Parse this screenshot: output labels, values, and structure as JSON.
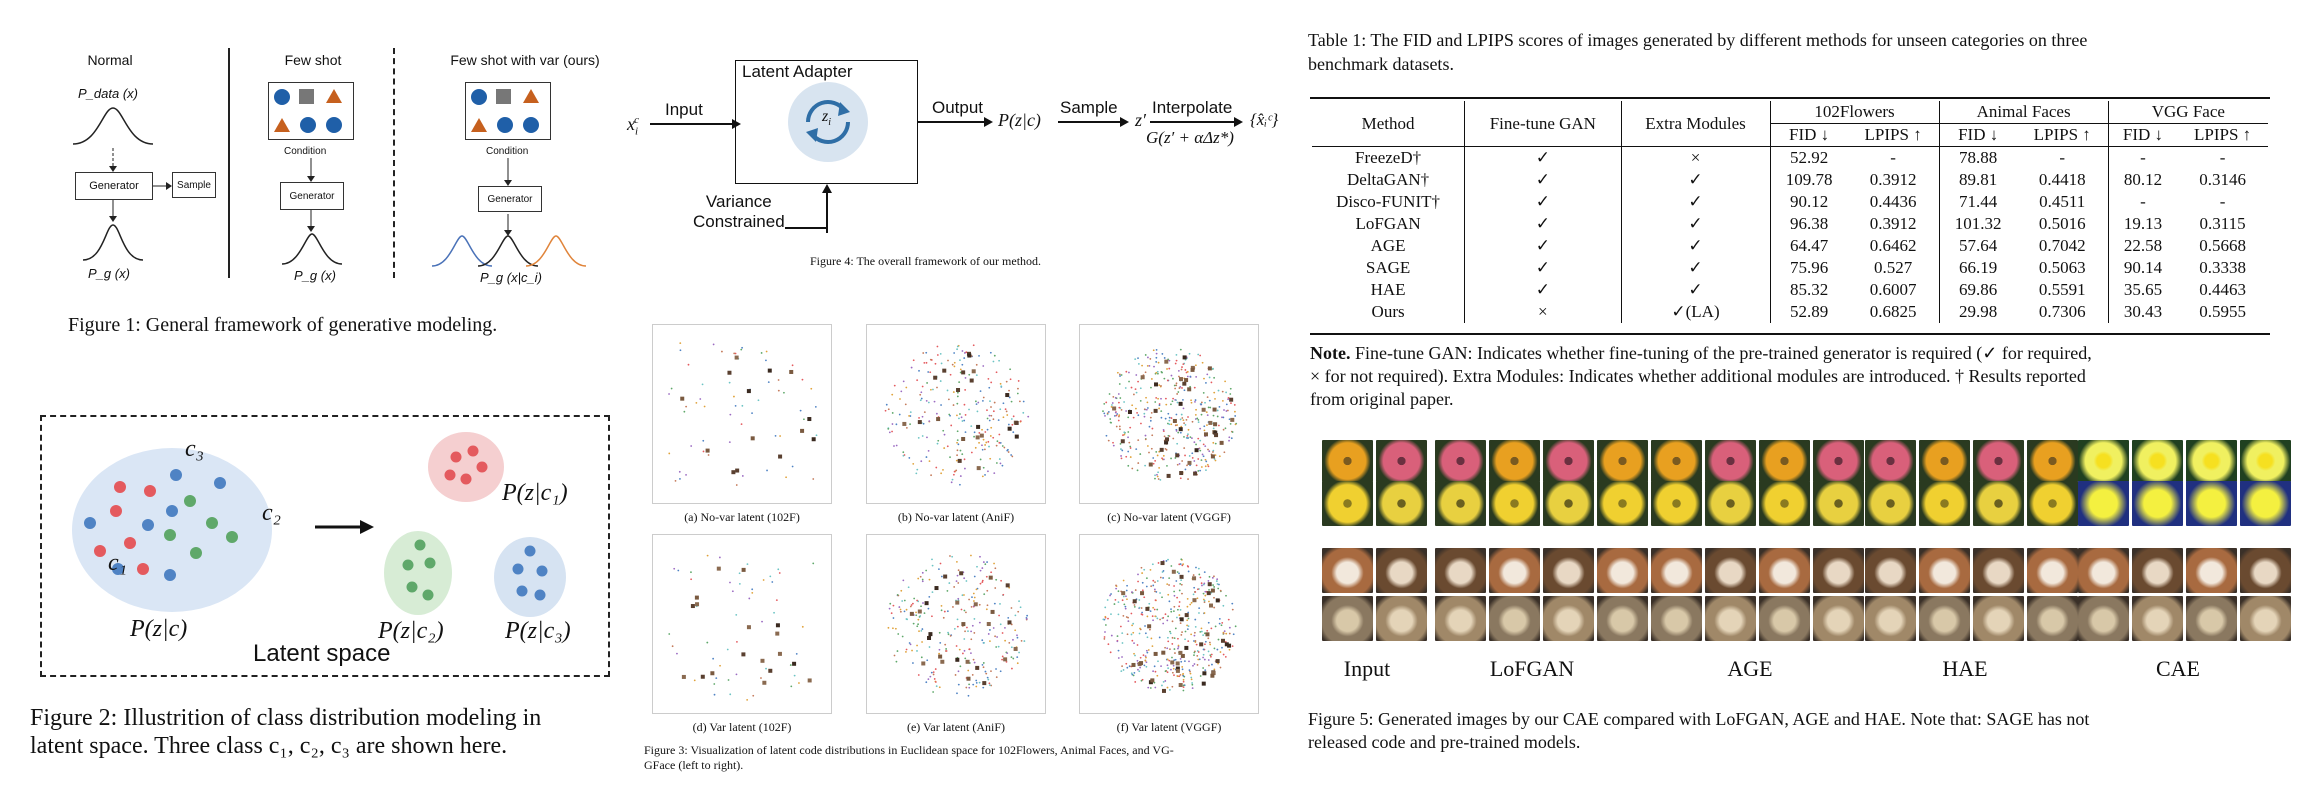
{
  "fig1": {
    "headers": [
      "Normal",
      "Few shot",
      "Few shot with var (ours)"
    ],
    "pdata": "P_data (x)",
    "generator": "Generator",
    "sample": "Sample",
    "condition": "Condition",
    "pg": "P_g (x)",
    "pgc": "P_g (x|c_i)",
    "caption": "Figure 1: General framework of generative modeling."
  },
  "fig2": {
    "c1": "c₁",
    "c2": "c₂",
    "c3": "c₃",
    "pzc": "P(z|c)",
    "pzc1": "P(z|c₁)",
    "pzc2": "P(z|c₂)",
    "pzc3": "P(z|c₃)",
    "latent": "Latent space",
    "caption_line1": "Figure 2: Illustrition of class distribution modeling in",
    "caption_line2": "latent space.  Three class c₁, c₂, c₃ are shown here."
  },
  "fig4": {
    "xin": "x",
    "input": "Input",
    "adapter": "Latent Adapter",
    "zi": "z",
    "output": "Output",
    "pzc": "P(z|c)",
    "sample": "Sample",
    "zprime": "z′",
    "interpolate": "Interpolate",
    "gformula": "G(z′ + αΔz*)",
    "xhat": "{x̂ᵢᶜ}",
    "variance1": "Variance",
    "variance2": "Constrained",
    "caption": "Figure 4: The overall framework of our method."
  },
  "fig3": {
    "labels": [
      "(a) No-var latent (102F)",
      "(b) No-var latent (AniF)",
      "(c) No-var latent (VGGF)",
      "(d) Var latent (102F)",
      "(e) Var latent (AniF)",
      "(f) Var latent (VGGF)"
    ],
    "caption_line1": "Figure 3: Visualization of latent code distributions in Euclidean space for 102Flowers, Animal Faces, and VG-",
    "caption_line2": "GFace (left to right)."
  },
  "table1": {
    "caption_line1": "Table 1:  The FID and LPIPS scores of images generated by different methods for unseen categories on three",
    "caption_line2": "benchmark datasets.",
    "col_method": "Method",
    "col_finetune": "Fine-tune GAN",
    "col_extra": "Extra Modules",
    "groups": [
      "102Flowers",
      "Animal Faces",
      "VGG Face"
    ],
    "sub": [
      "FID ↓",
      "LPIPS ↑",
      "FID ↓",
      "LPIPS ↑",
      "FID ↓",
      "LPIPS ↑"
    ],
    "rows": [
      [
        "FreezeD†",
        "✓",
        "×",
        "52.92",
        "-",
        "78.88",
        "-",
        "-",
        "-"
      ],
      [
        "DeltaGAN†",
        "✓",
        "✓",
        "109.78",
        "0.3912",
        "89.81",
        "0.4418",
        "80.12",
        "0.3146"
      ],
      [
        "Disco-FUNIT†",
        "✓",
        "✓",
        "90.12",
        "0.4436",
        "71.44",
        "0.4511",
        "-",
        "-"
      ],
      [
        "LoFGAN",
        "✓",
        "✓",
        "96.38",
        "0.3912",
        "101.32",
        "0.5016",
        "19.13",
        "0.3115"
      ],
      [
        "AGE",
        "✓",
        "✓",
        "64.47",
        "0.6462",
        "57.64",
        "0.7042",
        "22.58",
        "0.5668"
      ],
      [
        "SAGE",
        "✓",
        "✓",
        "75.96",
        "0.527",
        "66.19",
        "0.5063",
        "90.14",
        "0.3338"
      ],
      [
        "HAE",
        "✓",
        "✓",
        "85.32",
        "0.6007",
        "69.86",
        "0.5591",
        "35.65",
        "0.4463"
      ],
      [
        "Ours",
        "×",
        "✓(LA)",
        "52.89",
        "0.6825",
        "29.98",
        "0.7306",
        "30.43",
        "0.5955"
      ]
    ],
    "note_bold": "Note.",
    "note_line1": " Fine-tune GAN: Indicates whether fine-tuning of the pre-trained generator is required (✓ for required,",
    "note_line2": "× for not required). Extra Modules: Indicates whether additional modules are introduced. † Results reported",
    "note_line3": "from original paper."
  },
  "fig5": {
    "labels": [
      "Input",
      "LoFGAN",
      "AGE",
      "HAE",
      "CAE"
    ],
    "caption_line1": "Figure 5: Generated images by our CAE compared with LoFGAN, AGE and HAE. Note that: SAGE has not",
    "caption_line2": "released code and pre-trained models."
  }
}
